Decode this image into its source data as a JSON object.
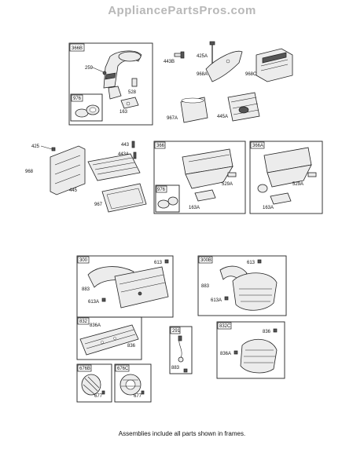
{
  "watermark": "AppliancePartsPros.com",
  "caption": "Assemblies include all parts shown in frames.",
  "labels": {
    "l_366B": "366B",
    "l_259": "259",
    "l_976": "976",
    "l_528": "528",
    "l_163": "163",
    "l_443B": "443B",
    "l_425A": "425A",
    "l_968A": "968A",
    "l_968C": "968C",
    "l_967A": "967A",
    "l_445A": "445A",
    "l_425": "425",
    "l_968": "968",
    "l_443": "443",
    "l_443A": "443A",
    "l_445": "445",
    "l_967": "967",
    "l_366": "366",
    "l_976b": "976",
    "l_529A": "529A",
    "l_163A": "163A",
    "l_366A": "366A",
    "l_529Ab": "529A",
    "l_163Ab": "163A",
    "l_300": "300",
    "l_613": "613",
    "l_883": "883",
    "l_613A": "613A",
    "l_300B": "300B",
    "l_613b": "613",
    "l_883b": "883",
    "l_613Ab": "613A",
    "l_832": "832",
    "l_836A": "836A",
    "l_836": "836",
    "l_291": "291",
    "l_883c": "883",
    "l_832C": "832C",
    "l_836b": "836",
    "l_836Ab": "836A",
    "l_676B": "676B",
    "l_677": "677",
    "l_676C": "676C",
    "l_677b": "677"
  }
}
